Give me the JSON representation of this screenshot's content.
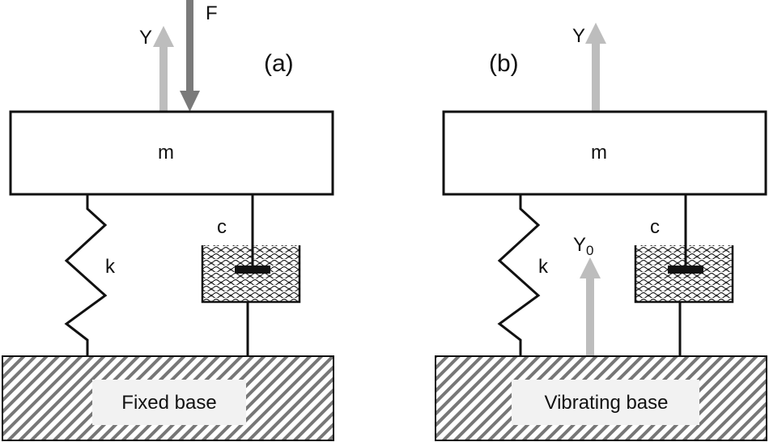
{
  "figure": {
    "panel_a": {
      "panel_label": "(a)",
      "mass_label": "m",
      "spring_label": "k",
      "damper_label": "c",
      "displacement_label": "Y",
      "force_label": "F",
      "base_label": "Fixed base"
    },
    "panel_b": {
      "panel_label": "(b)",
      "mass_label": "m",
      "spring_label": "k",
      "damper_label": "c",
      "displacement_label": "Y",
      "base_displacement_label": "Y",
      "base_displacement_subscript": "0",
      "base_label": "Vibrating base"
    }
  },
  "colors": {
    "line": "#111111",
    "displacement_arrow": "#bdbdbd",
    "force_arrow": "#7a7a7a",
    "hatch": "#777777",
    "base_label_bg": "#f2f2f2"
  }
}
